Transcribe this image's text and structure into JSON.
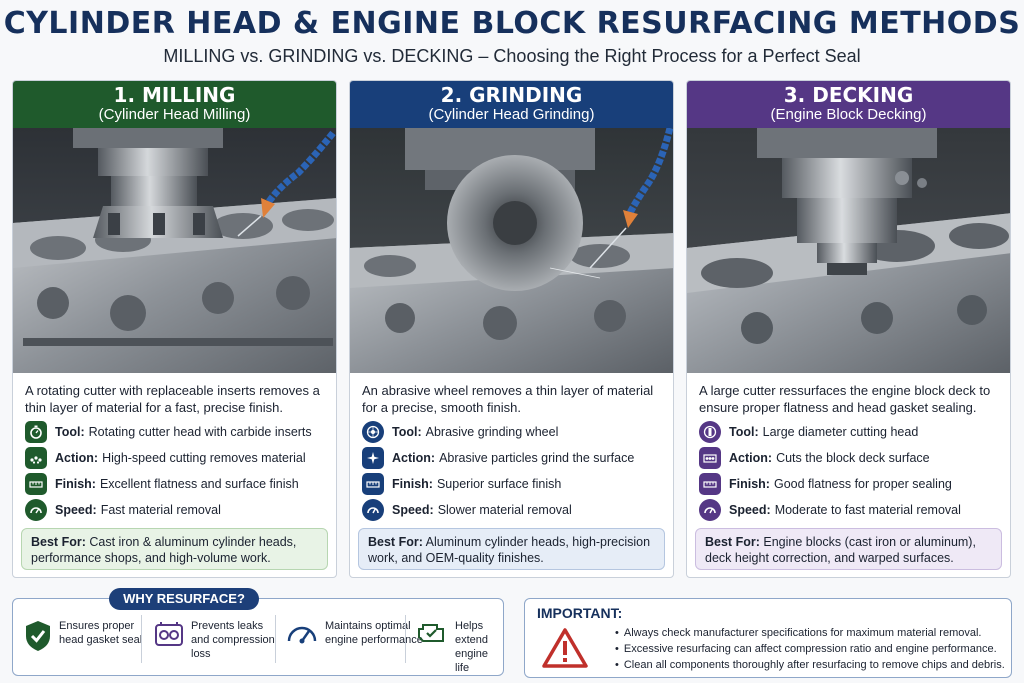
{
  "header": {
    "title": "CYLINDER HEAD & ENGINE BLOCK RESURFACING METHODS",
    "subtitle": "MILLING vs. GRINDING vs. DECKING – Choosing the Right Process for a Perfect Seal"
  },
  "colors": {
    "milling": "#1f5a2c",
    "grinding": "#183f7a",
    "decking": "#553785",
    "why_pill": "#1d3f79",
    "warning": "#c0302b"
  },
  "methods": [
    {
      "title": "1. MILLING",
      "subtitle": "(Cylinder Head Milling)",
      "description": "A rotating cutter with replaceable inserts removes a thin layer of material for a fast, precise finish.",
      "features": [
        {
          "label": "Tool:",
          "text": "Rotating cutter head with carbide inserts",
          "icon": "stopwatch-icon"
        },
        {
          "label": "Action:",
          "text": "High-speed cutting removes material",
          "icon": "chips-icon"
        },
        {
          "label": "Finish:",
          "text": "Excellent flatness and surface finish",
          "icon": "ruler-icon"
        },
        {
          "label": "Speed:",
          "text": "Fast material removal",
          "icon": "gauge-icon"
        }
      ],
      "best_label": "Best For:",
      "best_text": "Cast iron & aluminum cylinder heads, performance shops, and high-volume work."
    },
    {
      "title": "2. GRINDING",
      "subtitle": "(Cylinder Head Grinding)",
      "description": "An abrasive wheel removes a thin layer of material for a precise, smooth finish.",
      "features": [
        {
          "label": "Tool:",
          "text": "Abrasive grinding wheel",
          "icon": "wheel-icon"
        },
        {
          "label": "Action:",
          "text": "Abrasive particles grind the surface",
          "icon": "sparkle-icon"
        },
        {
          "label": "Finish:",
          "text": "Superior surface finish",
          "icon": "ruler-icon"
        },
        {
          "label": "Speed:",
          "text": "Slower material removal",
          "icon": "gauge-icon"
        }
      ],
      "best_label": "Best For:",
      "best_text": "Aluminum cylinder heads, high-precision work, and OEM-quality finishes."
    },
    {
      "title": "3. DECKING",
      "subtitle": "(Engine Block Decking)",
      "description": "A large cutter ressurfaces the engine block deck to ensure proper flatness and head gasket sealing.",
      "features": [
        {
          "label": "Tool:",
          "text": "Large diameter cutting head",
          "icon": "cutter-icon"
        },
        {
          "label": "Action:",
          "text": "Cuts the block deck surface",
          "icon": "block-icon"
        },
        {
          "label": "Finish:",
          "text": "Good flatness for proper sealing",
          "icon": "ruler-icon"
        },
        {
          "label": "Speed:",
          "text": "Moderate to fast material removal",
          "icon": "gauge-icon"
        }
      ],
      "best_label": "Best For:",
      "best_text": "Engine blocks (cast iron or aluminum), deck height correction, and warped surfaces."
    }
  ],
  "why": {
    "title": "WHY RESURFACE?",
    "items": [
      {
        "line1": "Ensures proper",
        "line2": "head gasket seal",
        "icon": "shield-check-icon"
      },
      {
        "line1": "Prevents leaks",
        "line2": "and compression",
        "line3": "loss",
        "icon": "engine-gasket-icon"
      },
      {
        "line1": "Maintains optimal",
        "line2": "engine performance",
        "icon": "speedometer-icon"
      },
      {
        "line1": "Helps extend",
        "line2": "engine life",
        "icon": "engine-check-icon"
      }
    ]
  },
  "important": {
    "title": "IMPORTANT:",
    "items": [
      "Always check manufacturer specifications for maximum material removal.",
      "Excessive resurfacing can affect compression ratio and engine performance.",
      "Clean all components thoroughly after resurfacing to remove chips and debris."
    ]
  }
}
